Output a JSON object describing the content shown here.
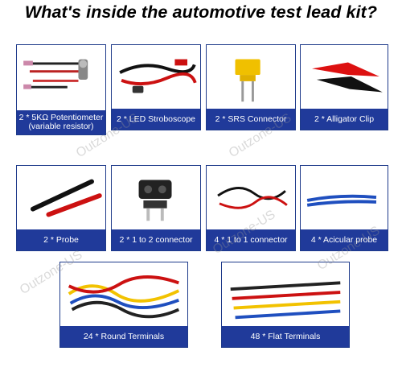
{
  "title": "What's inside the automotive test lead kit?",
  "watermark": "Outzone-US",
  "items": [
    {
      "label_line1": "2 * 5KΩ Potentiometer",
      "label_line2": "(variable resistor)"
    },
    {
      "label": "2 * LED Stroboscope"
    },
    {
      "label": "2 * SRS Connector"
    },
    {
      "label": "2 * Alligator Clip"
    },
    {
      "label": "2 * Probe"
    },
    {
      "label": "2 * 1 to 2 connector"
    },
    {
      "label": "4 * 1 to 1 connector"
    },
    {
      "label": "4 * Acicular probe"
    },
    {
      "label": "24 * Round Terminals"
    },
    {
      "label": "48 * Flat Terminals"
    }
  ],
  "colors": {
    "label_bg": "#203a9a",
    "border": "#1e3a8a"
  }
}
